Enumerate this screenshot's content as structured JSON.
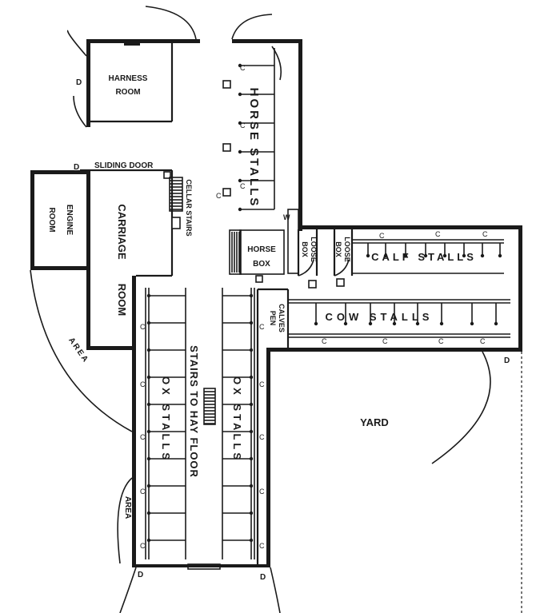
{
  "labels": {
    "harness_room_1": "HARNESS",
    "harness_room_2": "ROOM",
    "sliding_door": "SLIDING DOOR",
    "engine_room_1": "ENGINE",
    "engine_room_2": "ROOM",
    "carriage_room_1": "CARRIAGE",
    "carriage_room_2": "ROOM",
    "cellar_stairs": "CELLAR STAIRS",
    "horse_stalls": "HORSE STALLS",
    "horse_box_1": "HORSE",
    "horse_box_2": "BOX",
    "loose_box_a_1": "LOOSE",
    "loose_box_a_2": "BOX",
    "loose_box_b_1": "LOOSE",
    "loose_box_b_2": "BOX",
    "calf_stalls": "CALF STALLS",
    "calves_pen_1": "CALVES",
    "calves_pen_2": "PEN",
    "cow_stalls": "COW STALLS",
    "stairs_to_hay_floor": "STAIRS TO HAY FLOOR",
    "ox_stalls_left": "OX STALLS",
    "ox_stalls_right": "OX STALLS",
    "yard": "YARD",
    "area_left": "AREA",
    "area_bottom": "AREA",
    "door_mark": "D",
    "chute_mark": "C",
    "window_mark": "W"
  }
}
